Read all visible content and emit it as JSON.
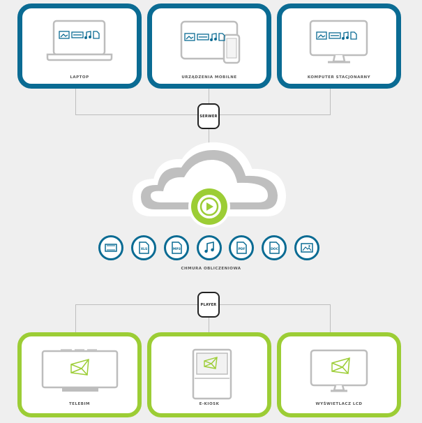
{
  "colors": {
    "blue": "#0a6b93",
    "green": "#9ccd35",
    "gray": "#bdbdbd",
    "dark": "#222222"
  },
  "top_devices": [
    {
      "label": "LAPTOP",
      "icon": "laptop-icon"
    },
    {
      "label": "URZĄDZENIA MOBILNE",
      "icon": "tablet-phone-icon"
    },
    {
      "label": "KOMPUTER STACJONARNY",
      "icon": "desktop-monitor-icon"
    }
  ],
  "server_label": "SERWER",
  "player_label": "PLAYER",
  "cloud": {
    "icon": "cloud-play-icon",
    "label": "CHMURA OBLICZENIOWA"
  },
  "file_types": [
    {
      "icon": "video-icon",
      "text": ""
    },
    {
      "icon": "xls-file-icon",
      "text": "XLS"
    },
    {
      "icon": "mp3-file-icon",
      "text": "MP3"
    },
    {
      "icon": "music-note-icon",
      "text": ""
    },
    {
      "icon": "pdf-file-icon",
      "text": "PDF"
    },
    {
      "icon": "doc-file-icon",
      "text": "DOC"
    },
    {
      "icon": "image-icon",
      "text": ""
    }
  ],
  "bottom_devices": [
    {
      "label": "TELEBIM",
      "icon": "billboard-icon"
    },
    {
      "label": "E-KIOSK",
      "icon": "kiosk-icon"
    },
    {
      "label": "WYŚWIETLACZ LCD",
      "icon": "lcd-display-icon"
    }
  ]
}
